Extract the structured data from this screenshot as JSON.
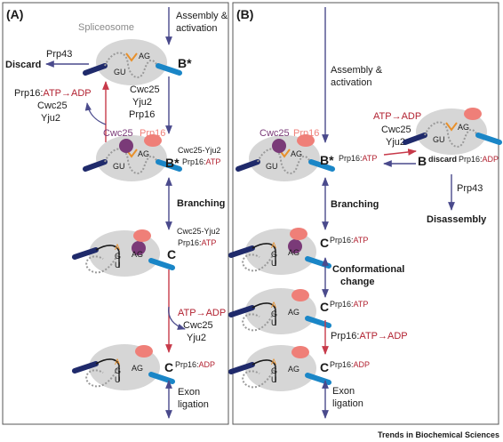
{
  "panel_a": {
    "label": "(A)",
    "spliceosome_label": "Spliceosome",
    "step1": [
      "Assembly &",
      "activation"
    ],
    "discard": "Discard",
    "prp43": "Prp43",
    "bstar_1": "B*",
    "fact_bind": [
      "Cwc25",
      "Yju2",
      "Prp16"
    ],
    "release_atp": "Prp16:ATP→ADP",
    "release_prefix": "Prp16:",
    "release_suffix": "ATP→ADP",
    "release_factors": [
      "Cwc25",
      "Yju2"
    ],
    "cwc25": "Cwc25",
    "prp16": "Prp16",
    "bstar_2_letter": "B",
    "bstar_2_star": "*",
    "bstar_2_sup_top": "Cwc25-Yju2",
    "bstar_2_sup_prefix": "Prp16:",
    "bstar_2_sup_suffix": "ATP",
    "branching": "Branching",
    "c1_letter": "C",
    "c1_sup_top": "Cwc25-Yju2",
    "c1_sup_prefix": "Prp16:",
    "c1_sup_suffix": "ATP",
    "atp_adp": "ATP→ADP",
    "release2": [
      "Cwc25",
      "Yju2"
    ],
    "c2_letter": "C",
    "c2_sup_prefix": "Prp16:",
    "c2_sup_suffix": "ADP",
    "exon": [
      "Exon",
      "ligation"
    ]
  },
  "panel_b": {
    "label": "(B)",
    "step1": [
      "Assembly &",
      "activation"
    ],
    "cwc25": "Cwc25",
    "prp16": "Prp16",
    "bstar_letter": "B",
    "bstar_star": "*",
    "bstar_sup_prefix": "Prp16:",
    "bstar_sup_suffix": "ATP",
    "atp_adp": "ATP→ADP",
    "release": [
      "Cwc25",
      "Yju2"
    ],
    "bdiscard_letter": "B",
    "bdiscard_sup": "discard",
    "bdiscard_sup_prefix": "Prp16:",
    "bdiscard_sup_suffix": "ADP",
    "prp43": "Prp43",
    "disassembly": "Disassembly",
    "branching": "Branching",
    "c1_letter": "C",
    "c1_sup_prefix": "Prp16:",
    "c1_sup_suffix": "ATP",
    "conformational": [
      "Conformational",
      "change"
    ],
    "c2_letter": "C",
    "c2_sup_prefix": "Prp16:",
    "c2_sup_suffix": "ATP",
    "hydrolysis_prefix": "Prp16:",
    "hydrolysis_suffix": "ATP→ADP",
    "c3_letter": "C",
    "c3_sup_prefix": "Prp16:",
    "c3_sup_suffix": "ADP",
    "exon": [
      "Exon",
      "ligation"
    ]
  },
  "rna_labels": {
    "gu": "GU",
    "ag": "AG",
    "g": "G",
    "u": "U",
    "a": "A"
  },
  "footer": "Trends in Biochemical Sciences",
  "colors": {
    "arrow_blue": "#4a4a8c",
    "arrow_red": "#c73a4a",
    "text_red": "#b22231",
    "spliceosome_fill": "#d6d6d6",
    "exon5": "#1f2a6b",
    "exon3": "#1a86c7",
    "prp16": "#ef7f78",
    "cwc25": "#7a3a78",
    "branch_a": "#e8902b"
  }
}
